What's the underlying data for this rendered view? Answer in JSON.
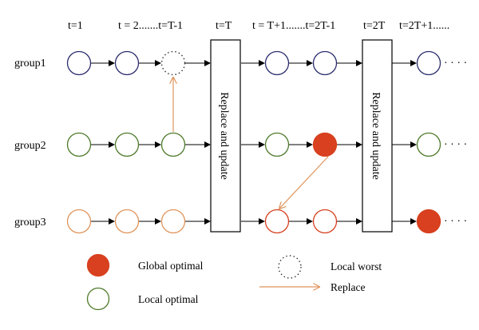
{
  "time_labels": {
    "t1": "t=1",
    "t2": "t = 2.......t=T-1",
    "t3": "t=T",
    "t4": "t = T+1.......t=2T-1",
    "t5": "t=2T",
    "t6": "t=2T+1......"
  },
  "groups": {
    "g1": "group1",
    "g2": "group2",
    "g3": "group3"
  },
  "boxes": {
    "box1": "Replace and update",
    "box2": "Replace and update"
  },
  "continuation": "· · · ·",
  "legend": {
    "global_optimal": "Global optimal",
    "local_optimal": "Local optimal",
    "local_worst": "Local worst",
    "replace": "Replace"
  },
  "colors": {
    "group1": "#2b2d6e",
    "group2": "#4e7a2a",
    "group3": "#e0955c",
    "global_optimal": "#d8401f",
    "replace_arrow": "#e0955c",
    "local_worst": "#333333"
  }
}
